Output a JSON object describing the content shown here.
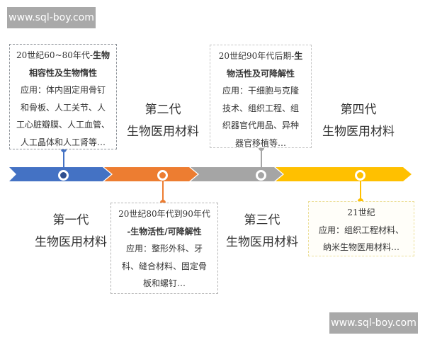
{
  "watermarks": {
    "top": "www.sql-boy.com",
    "bottom": "www.sql-boy.com"
  },
  "colors": {
    "gen1": "#4472c4",
    "gen2": "#ed7d31",
    "gen3": "#a5a5a5",
    "gen4": "#ffc000"
  },
  "generations": [
    {
      "title_line1": "第一代",
      "title_line2": "生物医用材料",
      "period": "20世纪60~80年代-",
      "property_a": "生物",
      "property_b": "相容性及生物惰性",
      "application_lines": [
        "应用：体内固定用骨钉",
        "和骨板、人工关节、人",
        "工心脏瓣膜、人工血管、",
        "人工晶体和人工肾等…"
      ]
    },
    {
      "title_line1": "第二代",
      "title_line2": "生物医用材料",
      "period": "20世纪80年代到90年代",
      "property_a": "-生物活性/可降解性",
      "application_lines": [
        "应用：整形外科、牙",
        "科、缝合材料、固定骨",
        "板和螺钉…"
      ]
    },
    {
      "title_line1": "第三代",
      "title_line2": "生物医用材料",
      "period": "20世纪90年代后期-",
      "property_a": "生",
      "property_b": "物活性及可降解性",
      "application_lines": [
        "应用：干细胞与克隆",
        "技术、组织工程、组",
        "织器官代用品、异种",
        "器官移植等…"
      ]
    },
    {
      "title_line1": "第四代",
      "title_line2": "生物医用材料",
      "period": "21世纪",
      "application_lines": [
        "应用：组织工程材料、",
        "纳米生物医用材料…"
      ]
    }
  ]
}
